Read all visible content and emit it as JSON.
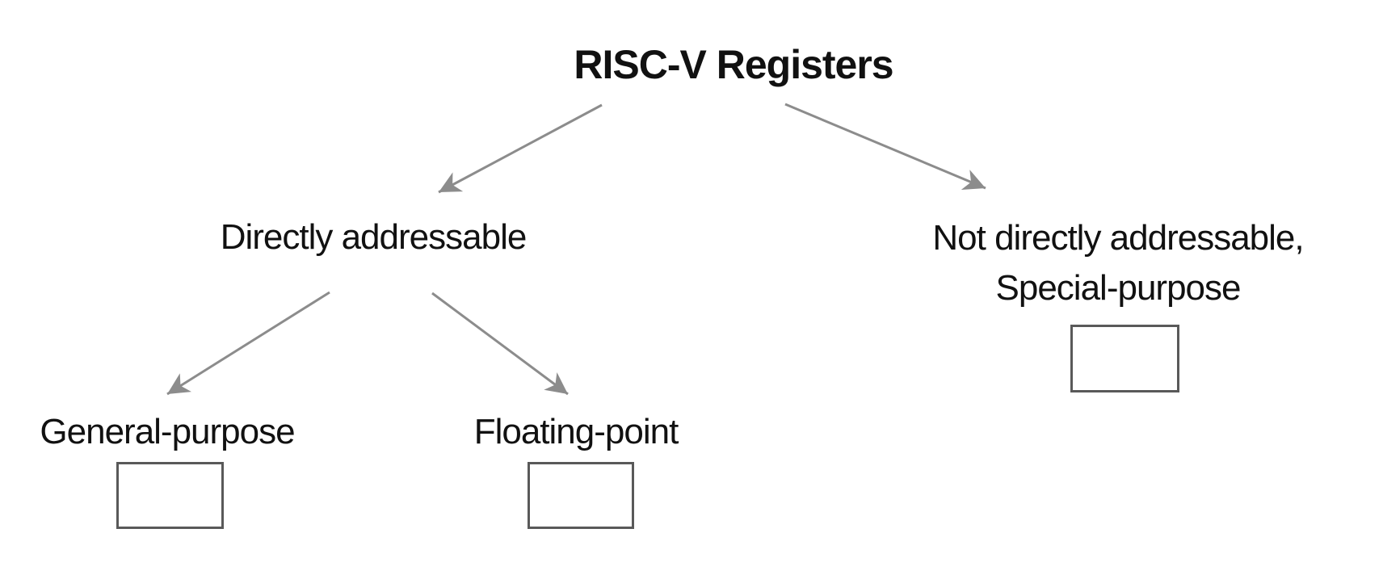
{
  "nodes": {
    "root": {
      "label": "RISC-V Registers"
    },
    "directly_addressable": {
      "label": "Directly addressable"
    },
    "not_directly_addressable": {
      "line1": "Not directly addressable,",
      "line2": "Special-purpose"
    },
    "general_purpose": {
      "label": "General-purpose"
    },
    "floating_point": {
      "label": "Floating-point"
    }
  },
  "colors": {
    "background": "#ffffff",
    "text": "#111111",
    "arrow": "#8c8c8c",
    "box_border": "#595959"
  }
}
